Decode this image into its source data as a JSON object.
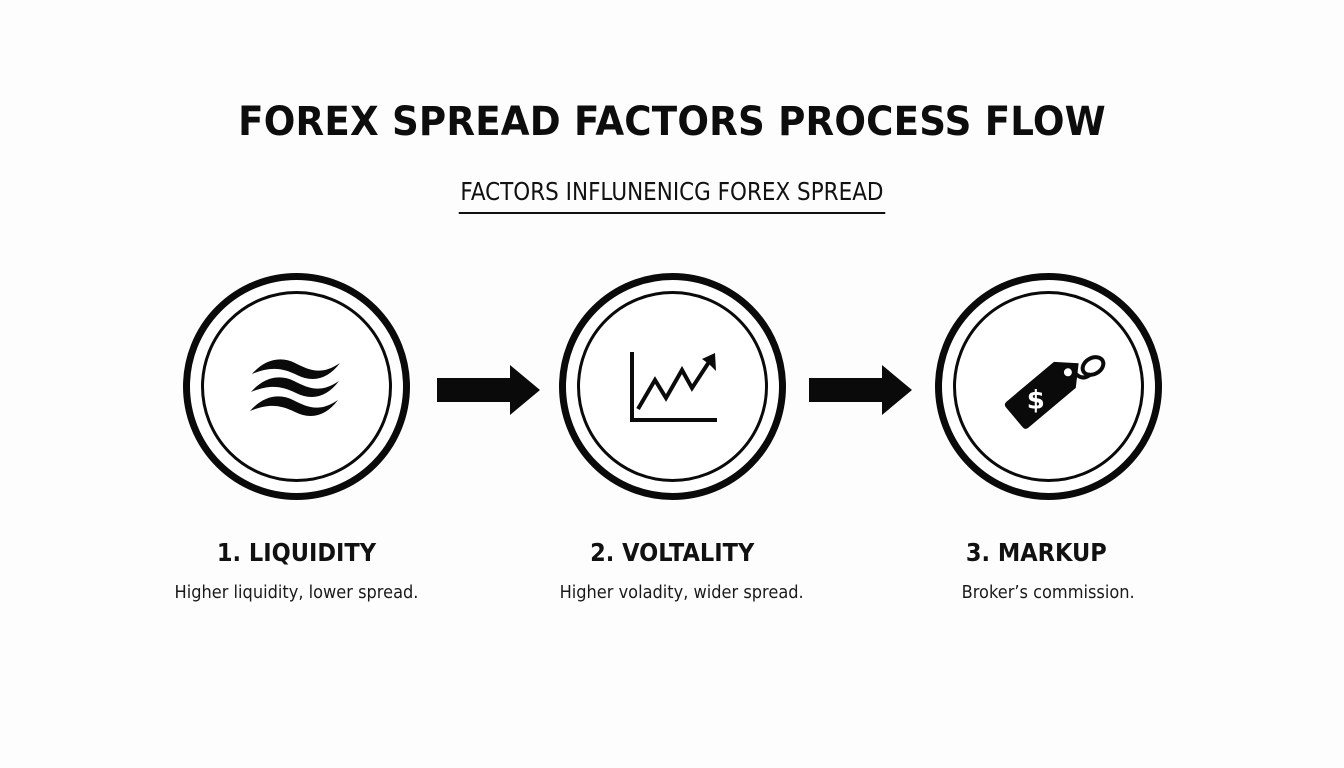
{
  "header": {
    "title": "FOREX SPREAD FACTORS PROCESS FLOW",
    "subtitle": "FACTORS INFLUNENICG FOREX SPREAD"
  },
  "steps": [
    {
      "number": "1.",
      "label": "1. LIQUIDITY",
      "description": "Higher liquidity, lower spread.",
      "icon": "waves-icon"
    },
    {
      "number": "2.",
      "label": "2. VOLTALITY",
      "description": "Higher voladity, wider spread.",
      "icon": "trending-chart-icon"
    },
    {
      "number": "3.",
      "label": "3. MARKUP",
      "description": "Broker’s commission.",
      "icon": "price-tag-dollar-icon"
    }
  ],
  "connectors": [
    {
      "from": 1,
      "to": 2,
      "icon": "arrow-right-icon"
    },
    {
      "from": 2,
      "to": 3,
      "icon": "arrow-right-icon"
    }
  ],
  "colors": {
    "background": "#fdfdfd",
    "foreground": "#0a0a0a"
  }
}
